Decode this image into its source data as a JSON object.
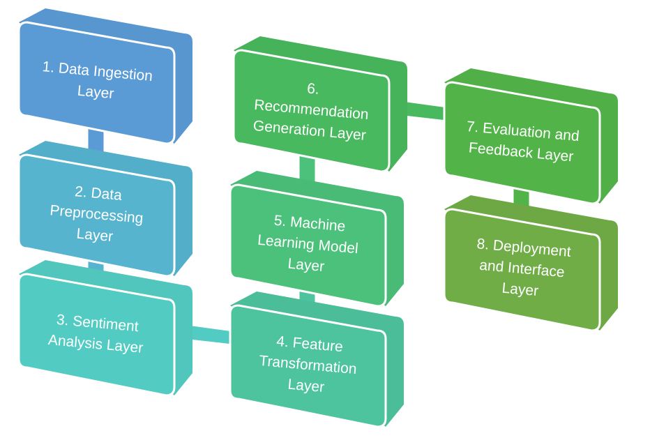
{
  "diagram": {
    "title": "",
    "layers": [
      {
        "id": 1,
        "lines": [
          "1.  Data Ingestion",
          "Layer"
        ],
        "color": "#5B9BD5"
      },
      {
        "id": 2,
        "lines": [
          "2. Data",
          "Preprocessing",
          "Layer"
        ],
        "color": "#56B4CF"
      },
      {
        "id": 3,
        "lines": [
          "3. Sentiment",
          "Analysis Layer"
        ],
        "color": "#52CCC2"
      },
      {
        "id": 4,
        "lines": [
          "4. Feature",
          "Transformation",
          "Layer"
        ],
        "color": "#4DC49E"
      },
      {
        "id": 5,
        "lines": [
          "5. Machine",
          "Learning Model",
          "Layer"
        ],
        "color": "#4CC17B"
      },
      {
        "id": 6,
        "lines": [
          "6.",
          "Recommendation",
          "Generation Layer"
        ],
        "color": "#48B95E"
      },
      {
        "id": 7,
        "lines": [
          "7. Evaluation and",
          "Feedback Layer"
        ],
        "color": "#52B448"
      },
      {
        "id": 8,
        "lines": [
          "8. Deployment",
          "and Interface",
          "Layer"
        ],
        "color": "#70AD47"
      }
    ],
    "connections": [
      {
        "from": 1,
        "to": 2
      },
      {
        "from": 2,
        "to": 3
      },
      {
        "from": 3,
        "to": 4
      },
      {
        "from": 4,
        "to": 5
      },
      {
        "from": 5,
        "to": 6
      },
      {
        "from": 6,
        "to": 7
      },
      {
        "from": 7,
        "to": 8
      }
    ]
  }
}
